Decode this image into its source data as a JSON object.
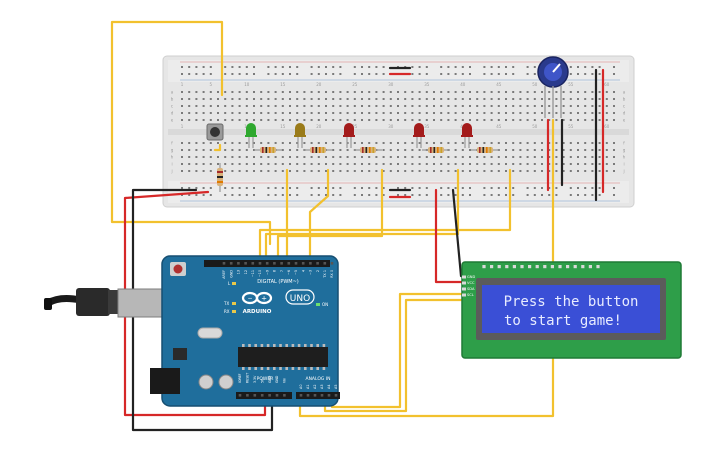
{
  "lcd": {
    "line1": "Press the button",
    "line2": "to start game!",
    "pin_labels": [
      "GND",
      "VCC",
      "SDA",
      "SCL"
    ]
  },
  "arduino": {
    "logo_text": "ARDUINO",
    "model": "UNO",
    "digital_label": "DIGITAL (PWM~)",
    "power_label": "POWER",
    "analog_label": "ANALOG IN",
    "on_label": "ON",
    "tx_label": "TX",
    "rx_label": "RX",
    "l_label": "L",
    "aref_label": "AREF",
    "gnd_label": "GND",
    "digital_pins": [
      "13",
      "12",
      "~11",
      "~10",
      "~9",
      "8",
      "7",
      "~6",
      "~5",
      "4",
      "~3",
      "2",
      "TX 1",
      "RX 0"
    ],
    "power_pins": [
      "IOREF",
      "RESET",
      "3.3V",
      "5V",
      "GND",
      "GND",
      "Vin"
    ],
    "analog_pins": [
      "A0",
      "A1",
      "A2",
      "A3",
      "A4",
      "A5"
    ]
  },
  "breadboard": {
    "column_numbers": [
      "1",
      "5",
      "10",
      "15",
      "20",
      "25",
      "30",
      "35",
      "40",
      "45",
      "50",
      "55",
      "60"
    ],
    "row_letters_top": [
      "a",
      "b",
      "c",
      "d",
      "e"
    ],
    "row_letters_bottom": [
      "f",
      "g",
      "h",
      "i",
      "j"
    ]
  },
  "colors": {
    "wire_yellow": "#f2c12e",
    "wire_red": "#d62828",
    "wire_black": "#222222",
    "board_blue": "#1f6e9c",
    "lcd_green": "#2e9e49",
    "lcd_screen": "#3a4fd6",
    "led_green": "#2ea82e",
    "led_yellow": "#9a7b1a",
    "led_red": "#a31b1b"
  }
}
